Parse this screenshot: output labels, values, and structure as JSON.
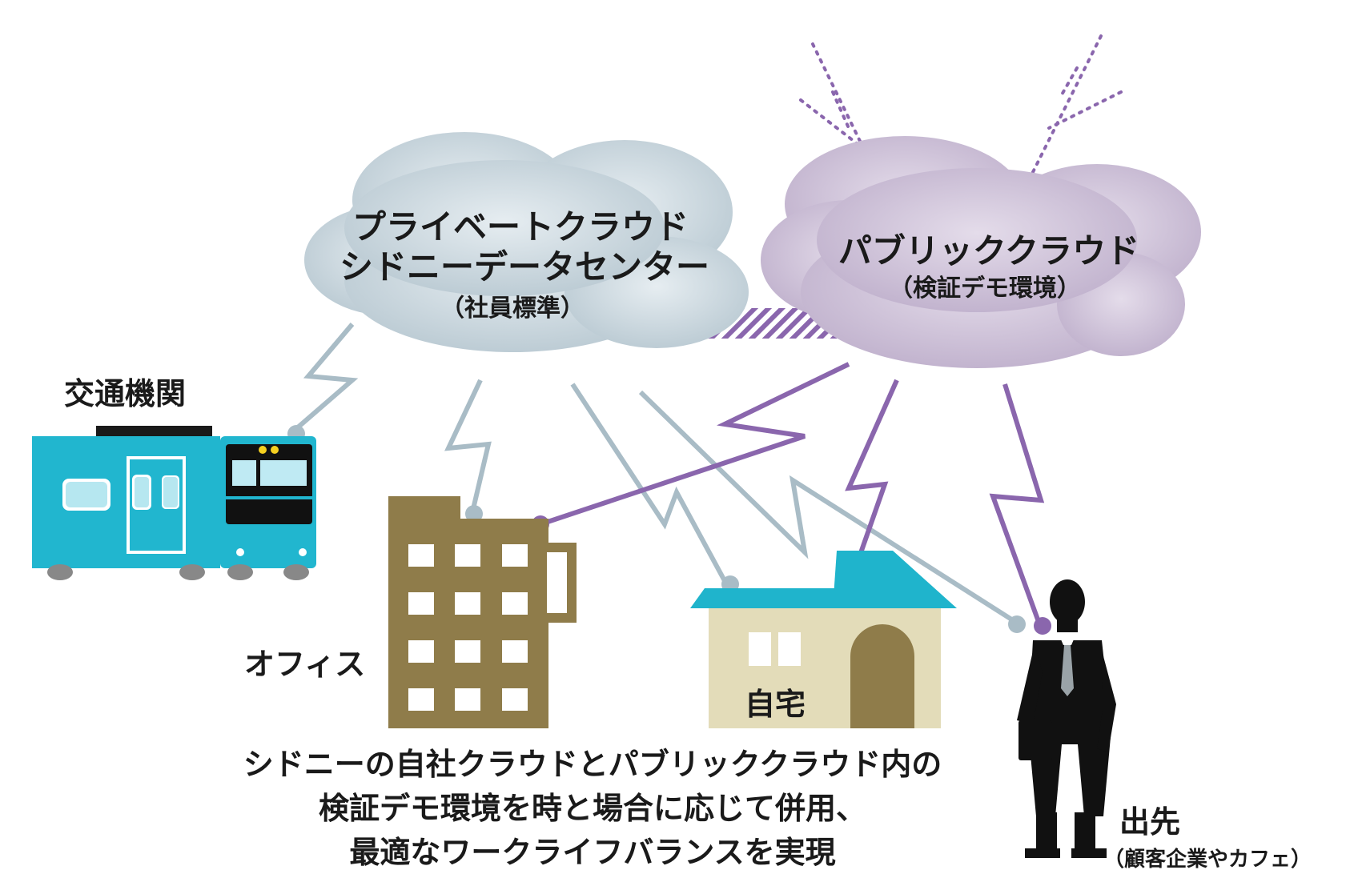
{
  "private_cloud": {
    "title_line1": "プライベートクラウド",
    "title_line2": "シドニーデータセンター",
    "subtitle": "（社員標準）",
    "color": "#cdd9e0"
  },
  "public_cloud": {
    "title": "パブリッククラウド",
    "subtitle": "（検証デモ環境）",
    "color": "#d3c8db"
  },
  "places": {
    "transport": "交通機関",
    "office": "オフィス",
    "home": "自宅",
    "client_site": "出先",
    "client_site_detail": "（顧客企業やカフェ）"
  },
  "caption": {
    "line1": "シドニーの自社クラウドとパブリッククラウド内の",
    "line2": "検証デモ環境を時と場合に応じて併用、",
    "line3": "最適なワークライフバランスを実現"
  },
  "colors": {
    "private_link": "#a9bcc6",
    "public_link": "#8a66ad",
    "train": "#21b6cf",
    "building": "#8f7c4a",
    "house_wall": "#e3dcb9",
    "house_roof": "#1fb4cc"
  },
  "icons": [
    "train-icon",
    "office-building-icon",
    "house-icon",
    "businessman-icon",
    "cloud-icon"
  ]
}
